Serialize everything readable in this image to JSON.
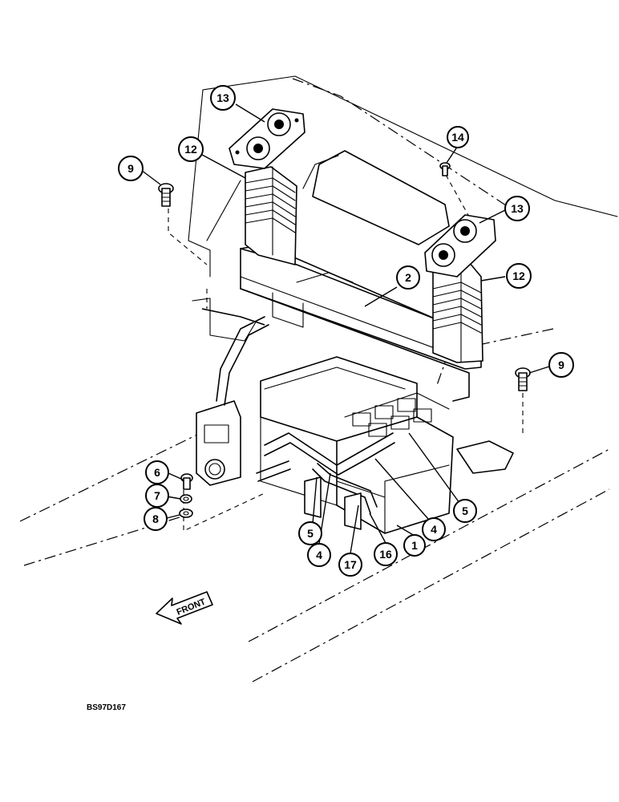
{
  "callouts": {
    "c13a": "13",
    "c14": "14",
    "c9a": "9",
    "c12a": "12",
    "c13b": "13",
    "c2": "2",
    "c12b": "12",
    "c9b": "9",
    "c6": "6",
    "c7": "7",
    "c8": "8",
    "c5a": "5",
    "c5b": "5",
    "c4a": "4",
    "c4b": "4",
    "c17": "17",
    "c16": "16",
    "c1": "1"
  },
  "direction_label": "FRONT",
  "drawing_code": "BS97D167"
}
